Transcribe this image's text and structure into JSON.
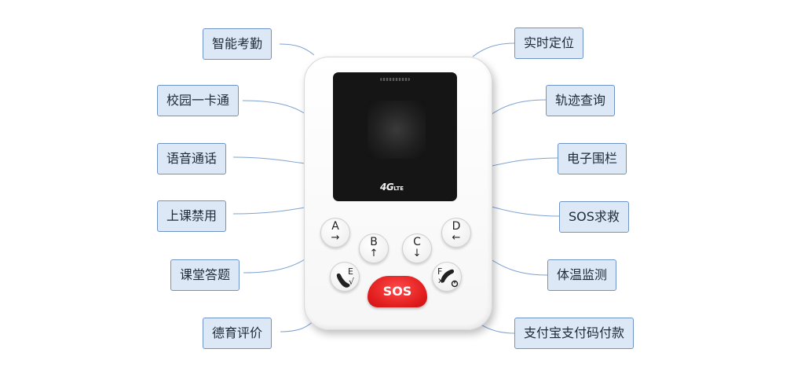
{
  "features_left": [
    "智能考勤",
    "校园一卡通",
    "语音通话",
    "上课禁用",
    "课堂答题",
    "德育评价"
  ],
  "features_right": [
    "实时定位",
    "轨迹查询",
    "电子围栏",
    "SOS求救",
    "体温监测",
    "支付宝支付码付款"
  ],
  "device": {
    "badge_main": "4G",
    "badge_sub": "LTE",
    "keys": [
      {
        "letter": "A",
        "arrow": "→"
      },
      {
        "letter": "B",
        "arrow": "↑"
      },
      {
        "letter": "C",
        "arrow": "↓"
      },
      {
        "letter": "D",
        "arrow": "←"
      }
    ],
    "call_key": {
      "letter": "E",
      "mark": "√"
    },
    "end_key": {
      "letter": "F",
      "mark": "x"
    },
    "sos_label": "SOS"
  },
  "colors": {
    "label_fill": "#dce8f6",
    "label_border": "#6f93c4",
    "connector": "#7fa3d2",
    "sos": "#e01c1c"
  }
}
